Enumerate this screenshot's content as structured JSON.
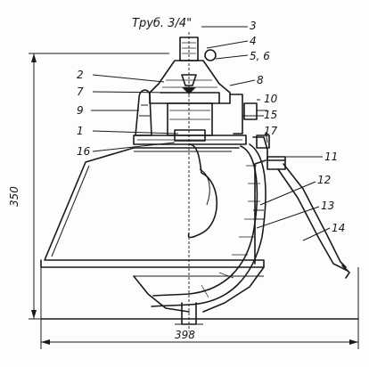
{
  "labels": {
    "pipe": "Труб. 3/4\"",
    "n3": "3",
    "n4": "4",
    "n56": "5, 6",
    "n2": "2",
    "n7": "7",
    "n8": "8",
    "n9": "9",
    "n10": "10",
    "n1": "1",
    "n15": "15",
    "n16": "16",
    "n17": "17",
    "n11": "11",
    "n12": "12",
    "n13": "13",
    "n14": "14"
  },
  "dimensions": {
    "height": "350",
    "width": "398"
  }
}
